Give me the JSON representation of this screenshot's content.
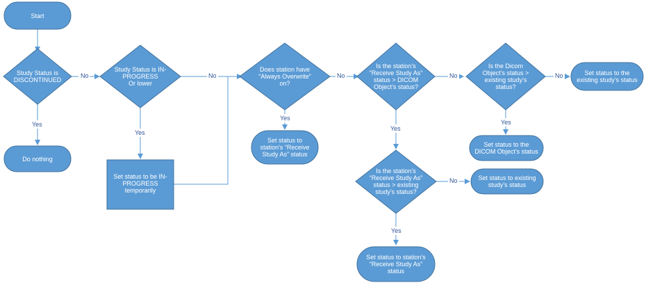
{
  "colors": {
    "node_fill": "#5b9bd5",
    "node_stroke": "#41719c",
    "edge": "#5b9bd5",
    "label": "#2f5597"
  },
  "nodes": {
    "start": [
      "Start"
    ],
    "d_discontinued": [
      "Study Status is",
      "DISCONTINUED"
    ],
    "do_nothing": [
      "Do nothing"
    ],
    "d_inprogress": [
      "Study Status is IN-",
      "PROGRESS",
      "Or lower"
    ],
    "set_inprogress": [
      "Set status to be IN-",
      "PROGRESS",
      "temporarily"
    ],
    "d_always_overwrite": [
      "Does station have",
      "“Always Overwrite”",
      "on?"
    ],
    "set_receive_1": [
      "Set status to",
      "station’s “Receive",
      "Study As” status"
    ],
    "d_receive_gt_dicom": [
      "Is the station’s",
      "“Receive Study As”",
      "status > DICOM",
      "Object’s status?"
    ],
    "d_receive_gt_existing": [
      "Is the station’s",
      "“Receive Study As”",
      "status > existing",
      "study’s status?"
    ],
    "set_receive_2": [
      "Set status to station’s",
      "“Receive Study As”",
      "status"
    ],
    "set_existing_1": [
      "Set status to existing",
      "study’s status"
    ],
    "d_dicom_gt_existing": [
      "Is the Dicom",
      "Object’s status >",
      "existing study’s",
      "status?"
    ],
    "set_dicom": [
      "Set status to the",
      "DICOM Object’s status"
    ],
    "set_existing_2": [
      "Set status to the",
      "existing study’s status"
    ]
  },
  "edge_labels": {
    "no": "No",
    "yes": "Yes"
  }
}
